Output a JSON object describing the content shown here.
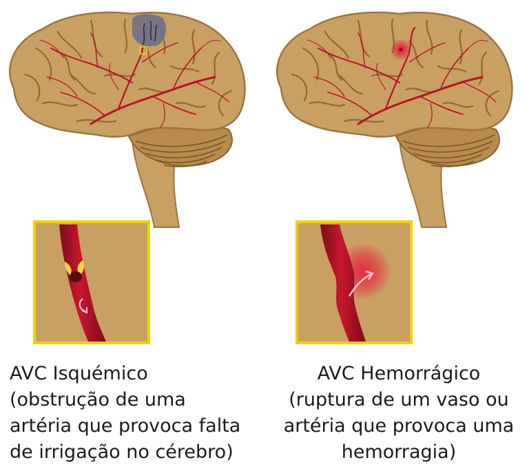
{
  "colors": {
    "brain": "#c9a064",
    "brain_outline": "#9a7542",
    "brain_sulci": "#946a35",
    "vessel": "#b8102a",
    "vessel_dark": "#7c0c1b",
    "inset_border": "#f2d10b",
    "clot": "#6f6f86",
    "hemorrhage": "#e0203a"
  },
  "panels": [
    {
      "type": "ischemic",
      "caption": [
        "AVC Isquémico",
        "(obstrução de uma",
        "artéria que provoca falta",
        "de irrigação no cérebro)"
      ]
    },
    {
      "type": "hemorrhagic",
      "caption": [
        "AVC Hemorrágico",
        "(ruptura de um vaso ou",
        "artéria que provoca uma",
        "hemorragia)"
      ]
    }
  ]
}
